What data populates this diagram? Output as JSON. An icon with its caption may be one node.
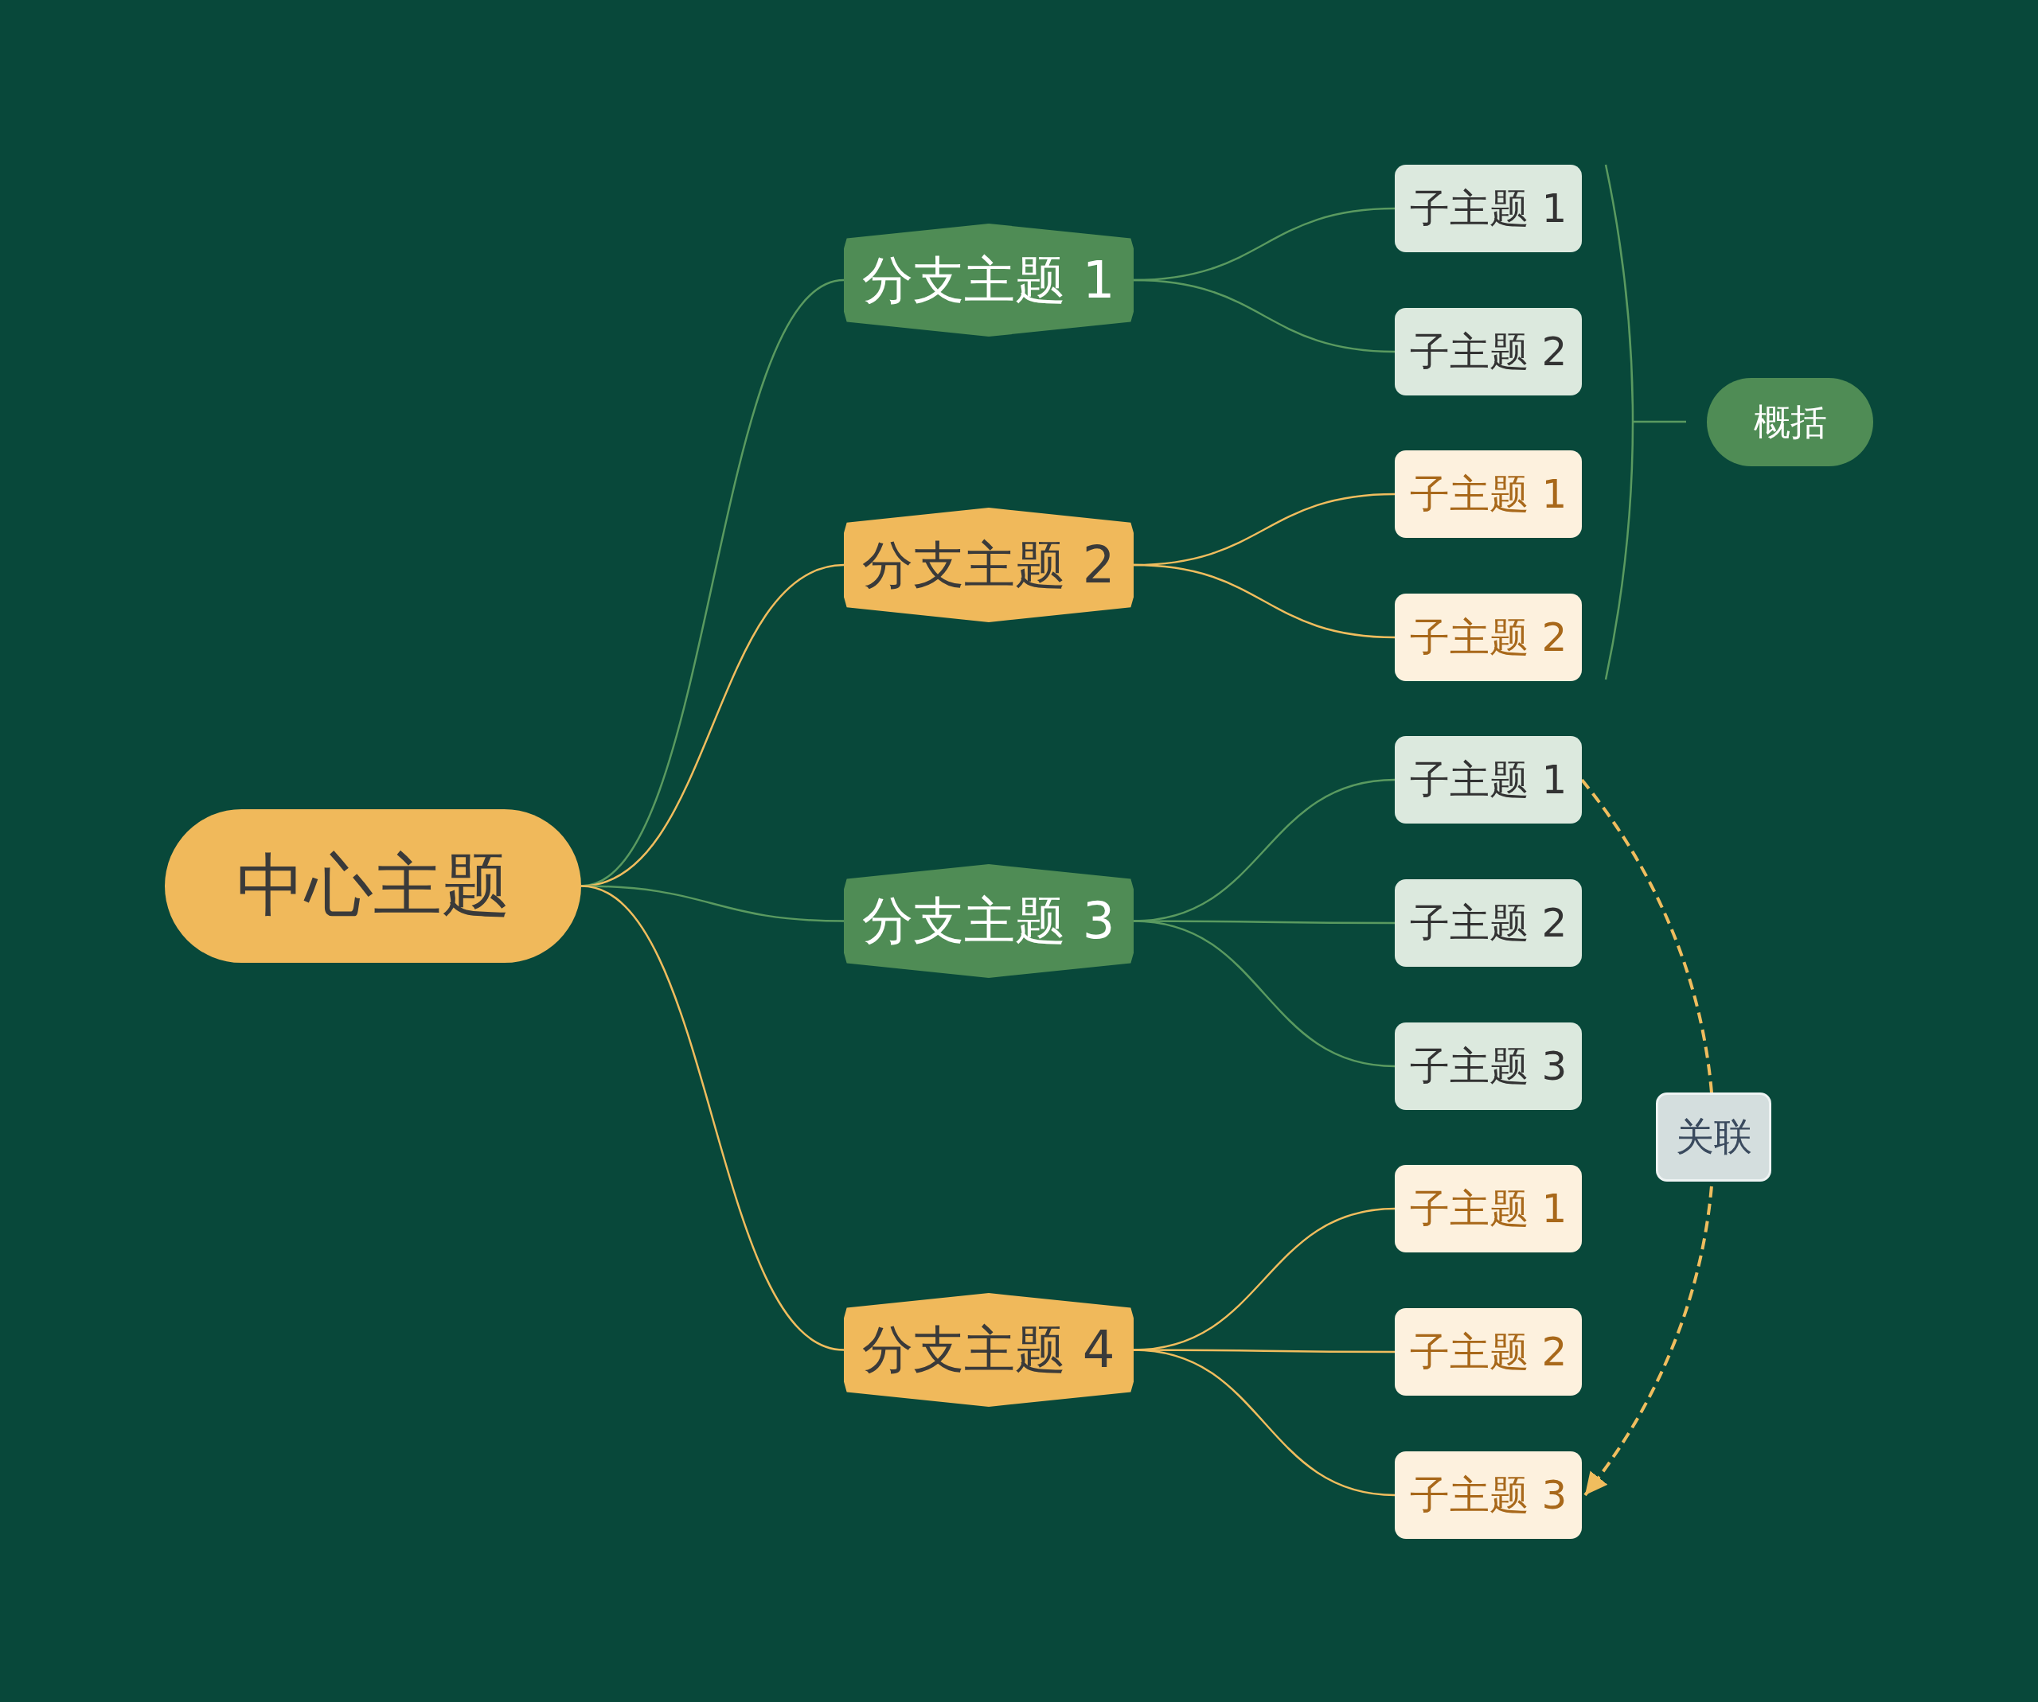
{
  "diagram": {
    "nodes": [
      {
        "text": [
          "中心主题"
        ]
      },
      {
        "text": [
          "分支主题 1"
        ]
      },
      {
        "text": [
          "子主题 1"
        ]
      },
      {
        "text": [
          "子主题 2"
        ]
      },
      {
        "text": [
          "分支主题 2"
        ]
      },
      {
        "text": [
          "子主题 1"
        ]
      },
      {
        "text": [
          "子主题 2"
        ]
      },
      {
        "text": [
          "分支主题 3"
        ]
      },
      {
        "text": [
          "子主题 1"
        ]
      },
      {
        "text": [
          "子主题 2"
        ]
      },
      {
        "text": [
          "子主题 3"
        ]
      },
      {
        "text": [
          "分支主题 4"
        ]
      },
      {
        "text": [
          "子主题 1"
        ]
      },
      {
        "text": [
          "子主题 2"
        ]
      },
      {
        "text": [
          "子主题 3"
        ]
      },
      {
        "text": [
          "概括"
        ]
      }
    ],
    "edges": [
      {
        "from": 0,
        "to": 1,
        "arrow": "none",
        "color": "#5a9a60"
      },
      {
        "from": 0,
        "to": 4,
        "arrow": "none",
        "color": "#f0bd5e"
      },
      {
        "from": 0,
        "to": 7,
        "arrow": "none",
        "color": "#5a9a60"
      },
      {
        "from": 0,
        "to": 11,
        "arrow": "none",
        "color": "#f0bd5e"
      },
      {
        "from": 1,
        "to": 2,
        "arrow": "none",
        "color": "#5a9a60"
      },
      {
        "from": 1,
        "to": 3,
        "arrow": "none",
        "color": "#5a9a60"
      },
      {
        "from": 4,
        "to": 5,
        "arrow": "none",
        "color": "#f0bd5e"
      },
      {
        "from": 4,
        "to": 6,
        "arrow": "none",
        "color": "#f0bd5e"
      },
      {
        "from": 7,
        "to": 8,
        "arrow": "none",
        "color": "#5a9a60"
      },
      {
        "from": 7,
        "to": 9,
        "arrow": "none",
        "color": "#5a9a60"
      },
      {
        "from": 7,
        "to": 10,
        "arrow": "none",
        "color": "#5a9a60"
      },
      {
        "from": 11,
        "to": 12,
        "arrow": "none",
        "color": "#f0bd5e"
      },
      {
        "from": 11,
        "to": 13,
        "arrow": "none",
        "color": "#f0bd5e"
      },
      {
        "from": 11,
        "to": 14,
        "arrow": "none",
        "color": "#f0bd5e"
      },
      {
        "from": 8,
        "to": 14,
        "arrow": "to",
        "style": "dashed",
        "color": "#f0bd5e",
        "label": "关联"
      }
    ]
  }
}
